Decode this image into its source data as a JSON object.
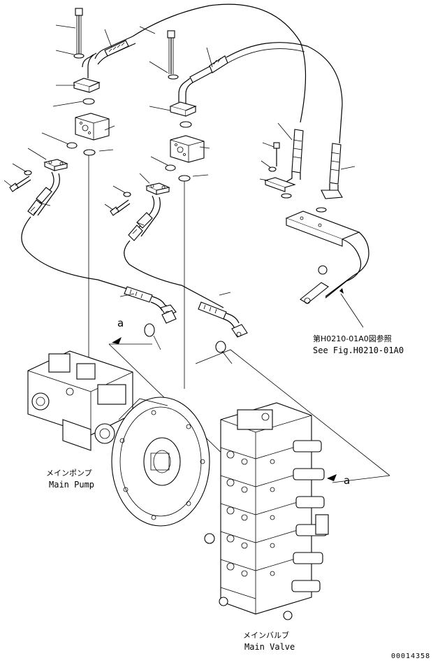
{
  "ref_note": {
    "jp": "第H0210-01A0図参照",
    "en": "See Fig.H0210-01A0"
  },
  "main_pump": {
    "jp": "メインポンプ",
    "en": "Main Pump"
  },
  "main_valve": {
    "jp": "メインバルブ",
    "en": "Main Valve"
  },
  "view_marks": [
    "a",
    "a"
  ],
  "drawing_number": "00014358"
}
